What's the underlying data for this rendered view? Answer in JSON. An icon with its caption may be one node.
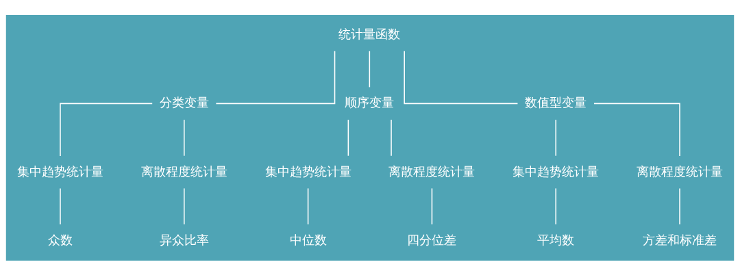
{
  "diagram": {
    "nodes": [
      {
        "text": [
          "统计量函数"
        ]
      },
      {
        "text": [
          "分类变量"
        ]
      },
      {
        "text": [
          "顺序变量"
        ]
      },
      {
        "text": [
          "数值型变量"
        ]
      },
      {
        "text": [
          "集中趋势统计量"
        ]
      },
      {
        "text": [
          "离散程度统计量"
        ]
      },
      {
        "text": [
          "集中趋势统计量"
        ]
      },
      {
        "text": [
          "离散程度统计量"
        ]
      },
      {
        "text": [
          "集中趋势统计量"
        ]
      },
      {
        "text": [
          "离散程度统计量"
        ]
      },
      {
        "text": [
          "众数"
        ]
      },
      {
        "text": [
          "异众比率"
        ]
      },
      {
        "text": [
          "中位数"
        ]
      },
      {
        "text": [
          "四分位差"
        ]
      },
      {
        "text": [
          "平均数"
        ]
      },
      {
        "text": [
          "方差和标准差"
        ]
      }
    ],
    "edges": [
      {
        "from": 0,
        "to": 1,
        "arrow": "none"
      },
      {
        "from": 0,
        "to": 2,
        "arrow": "none"
      },
      {
        "from": 0,
        "to": 3,
        "arrow": "none"
      },
      {
        "from": 1,
        "to": 4,
        "arrow": "none"
      },
      {
        "from": 1,
        "to": 5,
        "arrow": "none"
      },
      {
        "from": 2,
        "to": 6,
        "arrow": "none"
      },
      {
        "from": 2,
        "to": 7,
        "arrow": "none"
      },
      {
        "from": 3,
        "to": 8,
        "arrow": "none"
      },
      {
        "from": 3,
        "to": 9,
        "arrow": "none"
      },
      {
        "from": 4,
        "to": 10,
        "arrow": "none"
      },
      {
        "from": 5,
        "to": 11,
        "arrow": "none"
      },
      {
        "from": 6,
        "to": 12,
        "arrow": "none"
      },
      {
        "from": 7,
        "to": 13,
        "arrow": "none"
      },
      {
        "from": 8,
        "to": 14,
        "arrow": "none"
      },
      {
        "from": 9,
        "to": 15,
        "arrow": "none"
      }
    ]
  }
}
